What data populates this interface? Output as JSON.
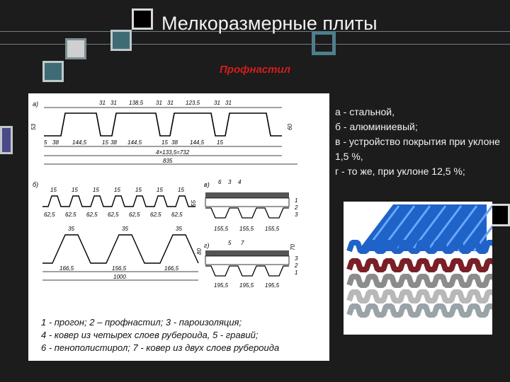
{
  "slide": {
    "title": "Мелкоразмерные плиты",
    "subtitle": "Профнастил"
  },
  "legend": [
    "а - стальной,",
    "б - алюминиевый;",
    "в - устройство покрытия при уклоне 1,5 %,",
    "г - то же, при уклоне 12,5 %;"
  ],
  "caption": [
    "1 - прогон; 2 – профнастил; 3 - пароизоляция;",
    "4 - ковер из четырех слоев рубероида, 5 - гравий;",
    "6 - пенополистирол; 7 - ковер из двух слоев рубероида"
  ],
  "drawing": {
    "label_a": "а)",
    "label_b": "б)",
    "label_v": "в)",
    "label_g": "г)",
    "a_top_dims": [
      "31",
      "31",
      "138,5",
      "31",
      "31",
      "123,5",
      "31",
      "31"
    ],
    "a_height_left": "53",
    "a_height_right": "60",
    "a_bottom_dims": [
      "5",
      "38",
      "144,5",
      "15",
      "38",
      "144,5",
      "15",
      "38",
      "144,5",
      "15"
    ],
    "a_span_formula": "4×133,5=732",
    "a_total": "835",
    "b_top_dims": [
      "15",
      "15",
      "15",
      "15",
      "15",
      "15",
      "15"
    ],
    "b_bottom_dims": [
      "62,5",
      "62,5",
      "62,5",
      "62,5",
      "62,5",
      "62,5",
      "62,5"
    ],
    "b_height": "55",
    "b2_top_dims": [
      "35",
      "35",
      "35"
    ],
    "b2_bottom_dims": [
      "166,5",
      "156,5",
      "166,5"
    ],
    "b2_height": "80",
    "b2_total": "1000",
    "v_labels": [
      "6",
      "3",
      "4"
    ],
    "v_side_labels": [
      "1",
      "2",
      "3"
    ],
    "v_bottom_dims": [
      "155,5",
      "155,5",
      "155,5"
    ],
    "g_labels": [
      "5",
      "7"
    ],
    "g_side_labels": [
      "3",
      "2",
      "1"
    ],
    "g_bottom_dims": [
      "195,5",
      "195,5",
      "195,5"
    ],
    "g_height": "70"
  },
  "photo": {
    "sheet_colors": [
      "#1f63c8",
      "#7a1f26",
      "#8c8c8c",
      "#b8b8b8",
      "#9aa3a8"
    ]
  }
}
